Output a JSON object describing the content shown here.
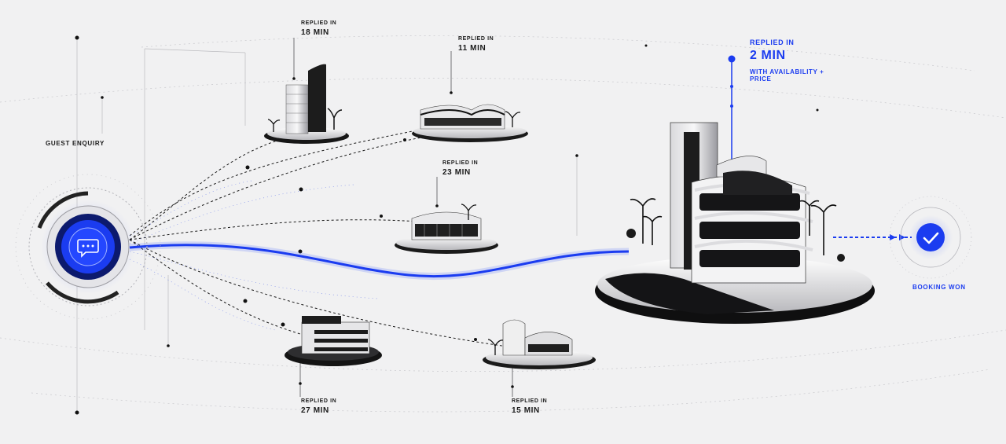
{
  "colors": {
    "accent": "#1b3cf0",
    "ink": "#111111",
    "background": "#f1f1f2"
  },
  "origin": {
    "label": "GUEST ENQUIRY",
    "icon": "chat-bubble-icon"
  },
  "outcome": {
    "label": "BOOKING WON",
    "icon": "checkmark-icon"
  },
  "competitors": [
    {
      "prefix": "REPLIED IN",
      "time": "18 MIN"
    },
    {
      "prefix": "REPLIED IN",
      "time": "11 MIN"
    },
    {
      "prefix": "REPLIED IN",
      "time": "23 MIN"
    },
    {
      "prefix": "REPLIED IN",
      "time": "27 MIN"
    },
    {
      "prefix": "REPLIED IN",
      "time": "15 MIN"
    }
  ],
  "winner": {
    "prefix": "REPLIED IN",
    "time": "2 MIN",
    "detail": "WITH AVAILABILITY + PRICE"
  }
}
